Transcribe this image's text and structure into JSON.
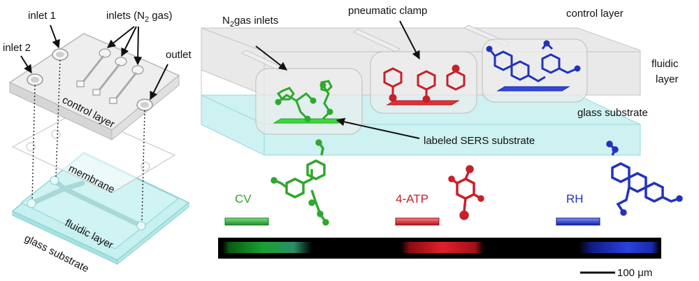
{
  "colors": {
    "cv": "#2ea82e",
    "atp": "#c8202a",
    "rh": "#2233bb",
    "glass": "#bfeaea",
    "chamber": "#e8e8e8"
  },
  "left_panel": {
    "inlet_1": "inlet 1",
    "inlet_2": "inlet 2",
    "inlets_n2": "inlets (N",
    "inlets_n2_sub": "2",
    "inlets_n2_tail": " gas)",
    "outlet": "outlet",
    "control_layer": "control layer",
    "membrane": "membrane",
    "fluidic_layer": "fluidic layer",
    "glass_substrate": "glass substrate"
  },
  "right_panel": {
    "n2_inlets_n": "N",
    "n2_inlets_sub": "2",
    "n2_inlets_tail": "gas inlets",
    "pneumatic_clamp": "pneumatic clamp",
    "control_layer": "control layer",
    "fluidic_line1": "fluidic",
    "fluidic_line2": "layer",
    "glass_substrate": "glass substrate",
    "labeled_sers": "labeled SERS substrate"
  },
  "legend": {
    "cv": "CV",
    "atp": "4-ATP",
    "rh": "RH"
  },
  "scale_bar": {
    "label": "100 μm"
  }
}
